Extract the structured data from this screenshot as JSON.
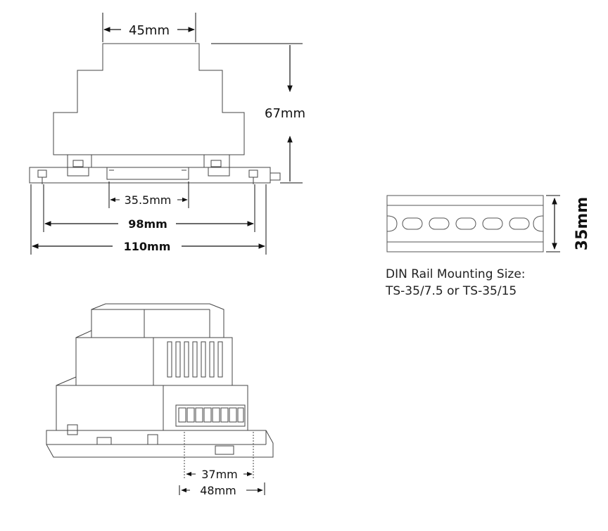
{
  "dimensions": {
    "top_width": "45mm",
    "height": "67mm",
    "inner_width": "35.5mm",
    "mount_width": "98mm",
    "base_width": "110mm",
    "rail_height": "35mm",
    "terminal_width": "37mm",
    "foot_width": "48mm"
  },
  "caption": {
    "line1": "DIN Rail Mounting Size:",
    "line2": "TS-35/7.5 or TS-35/15"
  }
}
